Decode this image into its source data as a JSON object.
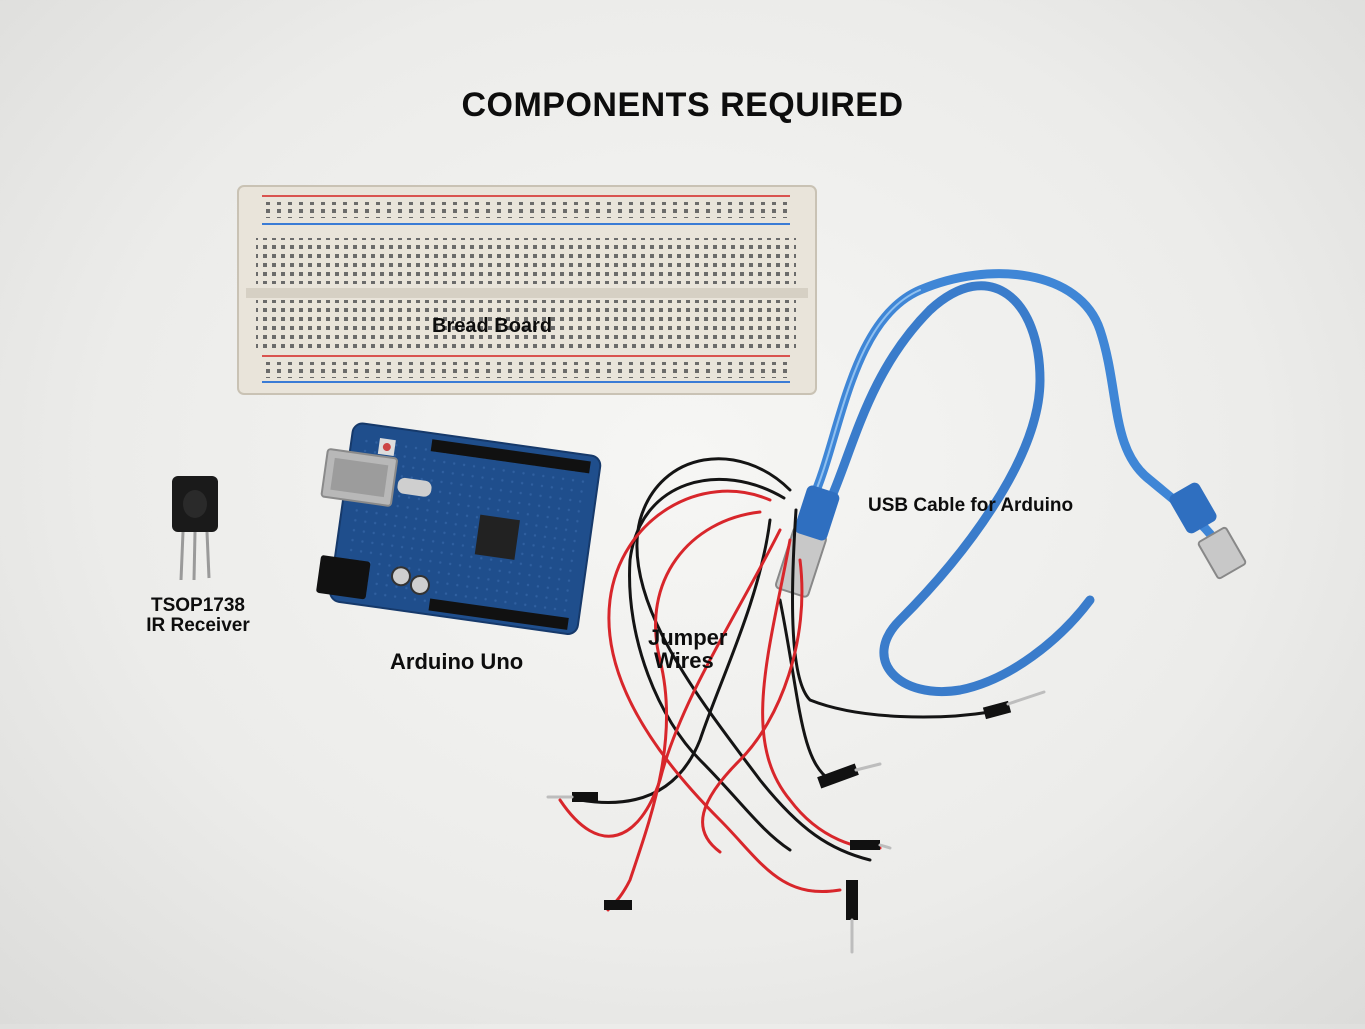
{
  "title": "COMPONENTS REQUIRED",
  "labels": {
    "breadboard": "Bread Board",
    "usb_cable": "USB Cable for Arduino",
    "tsop_line1": "TSOP1738",
    "tsop_line2": "IR Receiver",
    "arduino": "Arduino Uno",
    "jumper_line1": "Jumper",
    "jumper_line2": "Wires"
  },
  "colors": {
    "breadboard": "#e9e4da",
    "rail_red": "#d9534f",
    "rail_blue": "#3a7bd5",
    "arduino_pcb": "#1f4e8c",
    "usb_cable": "#3f86d6",
    "wire_red": "#d8262b",
    "wire_black": "#141414"
  }
}
